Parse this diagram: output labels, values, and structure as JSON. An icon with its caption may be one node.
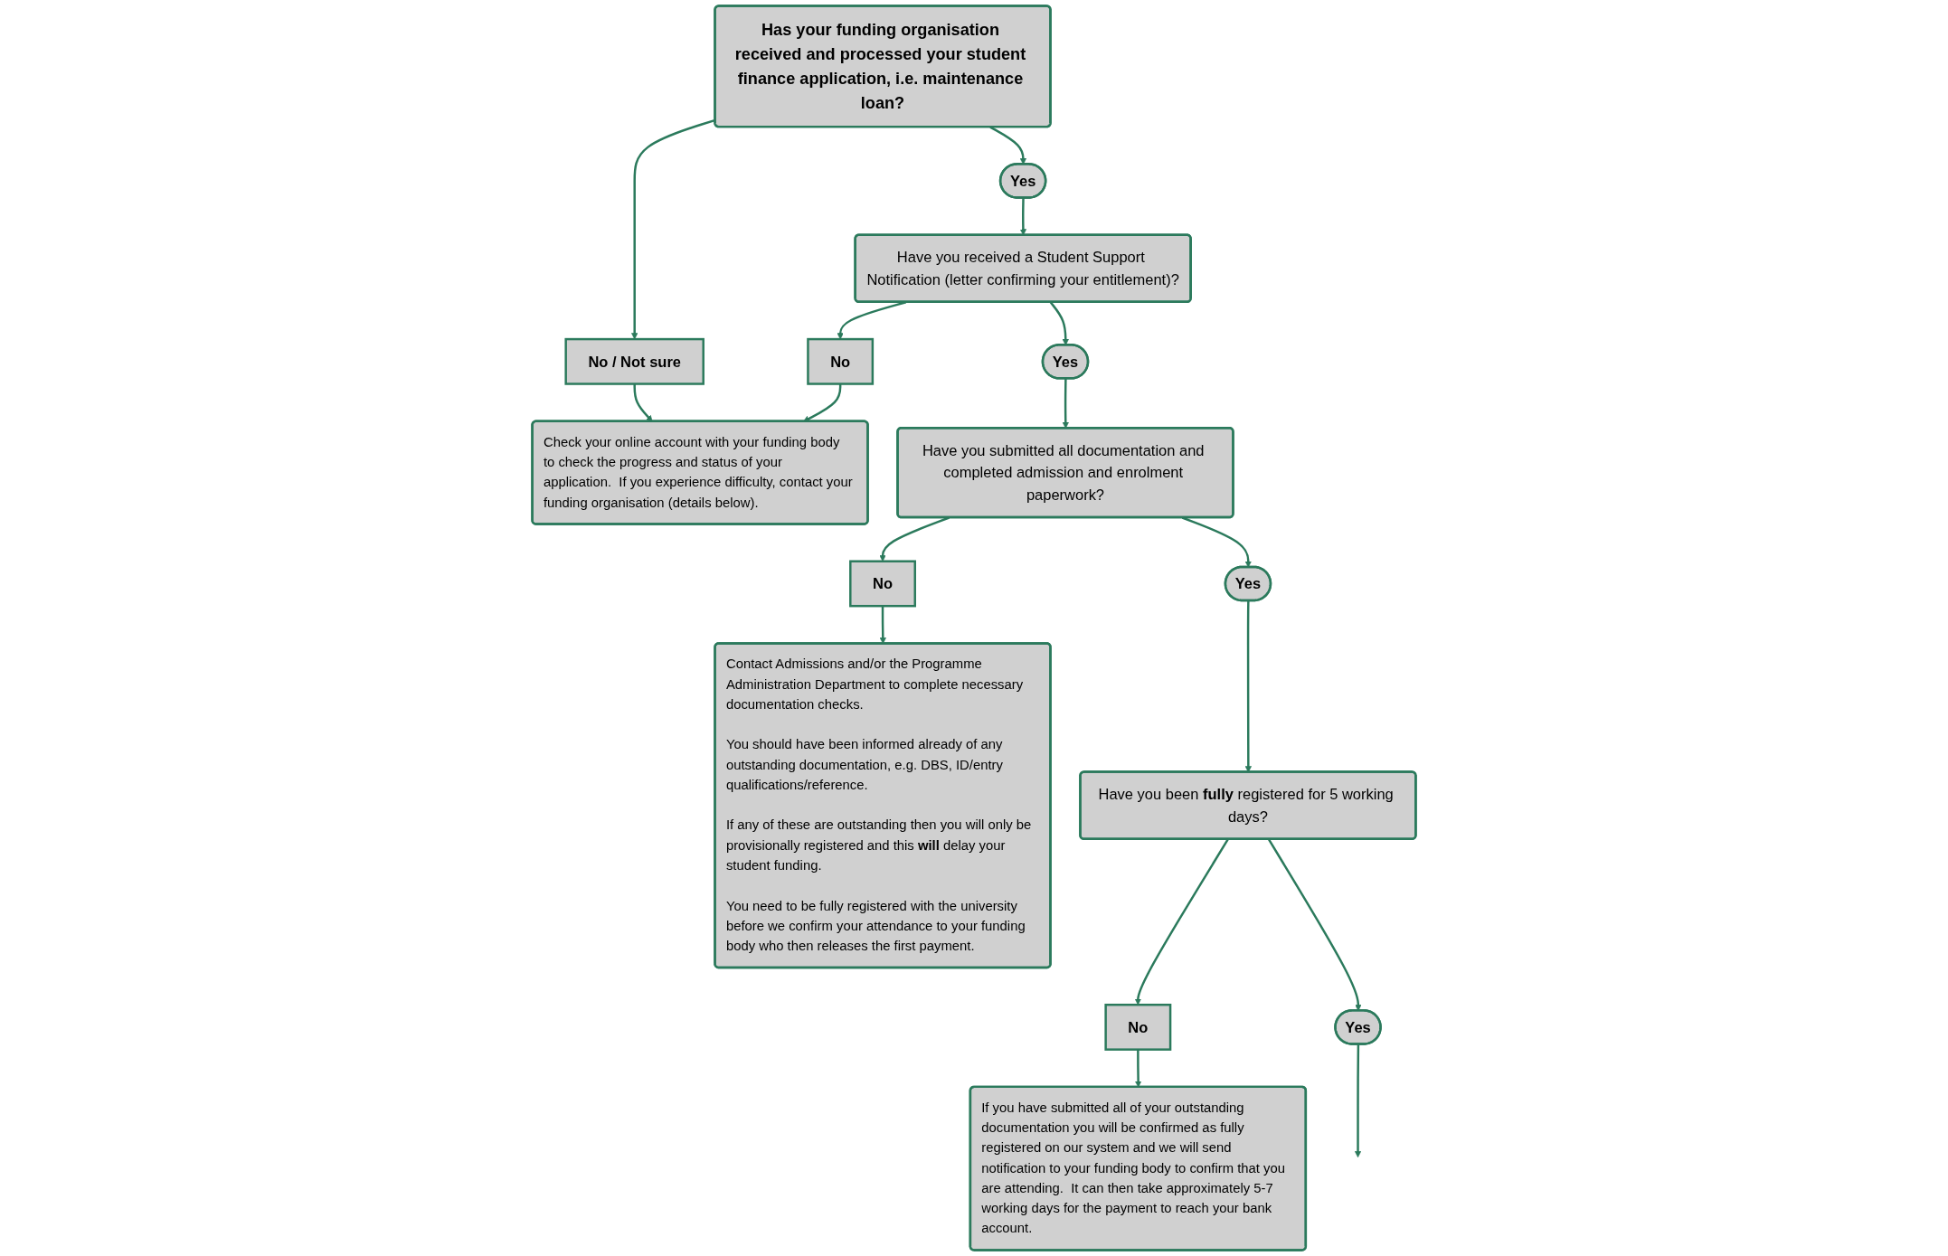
{
  "diagram": {
    "nodes": [
      {
        "text": [
          "Has your funding organisation received and processed your student finance application, i.e. maintenance loan?"
        ]
      },
      {
        "text": [
          "No / Not sure"
        ]
      },
      {
        "text": [
          "Yes"
        ]
      },
      {
        "text": [
          "Check your online account with your funding body to check the progress and status of your application.  If you experience difficulty, contact your funding organisation (details below)."
        ]
      },
      {
        "text": [
          "Have you received a Student Support Notification (letter confirming your entitlement)?"
        ]
      },
      {
        "text": [
          "No"
        ]
      },
      {
        "text": [
          "Yes"
        ]
      },
      {
        "text": [
          "Contact Admissions and/or the Programme Administration Department to complete necessary documentation checks.",
          "You should have been informed already of any outstanding documentation, e.g. DBS, ID/entry qualifications/reference.",
          "If any of these are outstanding then you will only be provisionally registered and this **will** delay your student funding.",
          "You need to be fully registered with the university before we confirm your attendance to your funding body who then releases the first payment."
        ]
      },
      {
        "text": [
          "Have you submitted all documentation and completed admission and enrolment paperwork?"
        ]
      },
      {
        "text": [
          "No"
        ]
      },
      {
        "text": [
          "Yes"
        ]
      },
      {
        "text": [
          "Have you been **fully** registered for 5 working days?"
        ]
      },
      {
        "text": [
          "No"
        ]
      },
      {
        "text": [
          "If you have submitted all of your outstanding documentation you will be confirmed as fully registered on our system and we will send notification to your funding body to confirm that you are attending.  It can then take approximately 5-7 working days for the payment to reach your bank account."
        ]
      },
      {
        "text": [
          "Yes"
        ]
      }
    ],
    "edges": [
      {
        "from": 0,
        "to": 1,
        "arrow": "to"
      },
      {
        "from": 1,
        "to": 3,
        "arrow": "to"
      },
      {
        "from": 0,
        "to": 2,
        "arrow": "to"
      },
      {
        "from": 2,
        "to": 4,
        "arrow": "to"
      },
      {
        "from": 4,
        "to": 5,
        "arrow": "to"
      },
      {
        "from": 5,
        "to": 3,
        "arrow": "to"
      },
      {
        "from": 4,
        "to": 6,
        "arrow": "to"
      },
      {
        "from": 6,
        "to": 8,
        "arrow": "to"
      },
      {
        "from": 8,
        "to": 9,
        "arrow": "to"
      },
      {
        "from": 9,
        "to": 7,
        "arrow": "to"
      },
      {
        "from": 8,
        "to": 10,
        "arrow": "to"
      },
      {
        "from": 10,
        "to": 11,
        "arrow": "to"
      },
      {
        "from": 11,
        "to": 12,
        "arrow": "to"
      },
      {
        "from": 12,
        "to": 13,
        "arrow": "to"
      },
      {
        "from": 11,
        "to": 14,
        "arrow": "to"
      },
      {
        "from": 14,
        "to": null,
        "arrow": "to"
      }
    ]
  }
}
